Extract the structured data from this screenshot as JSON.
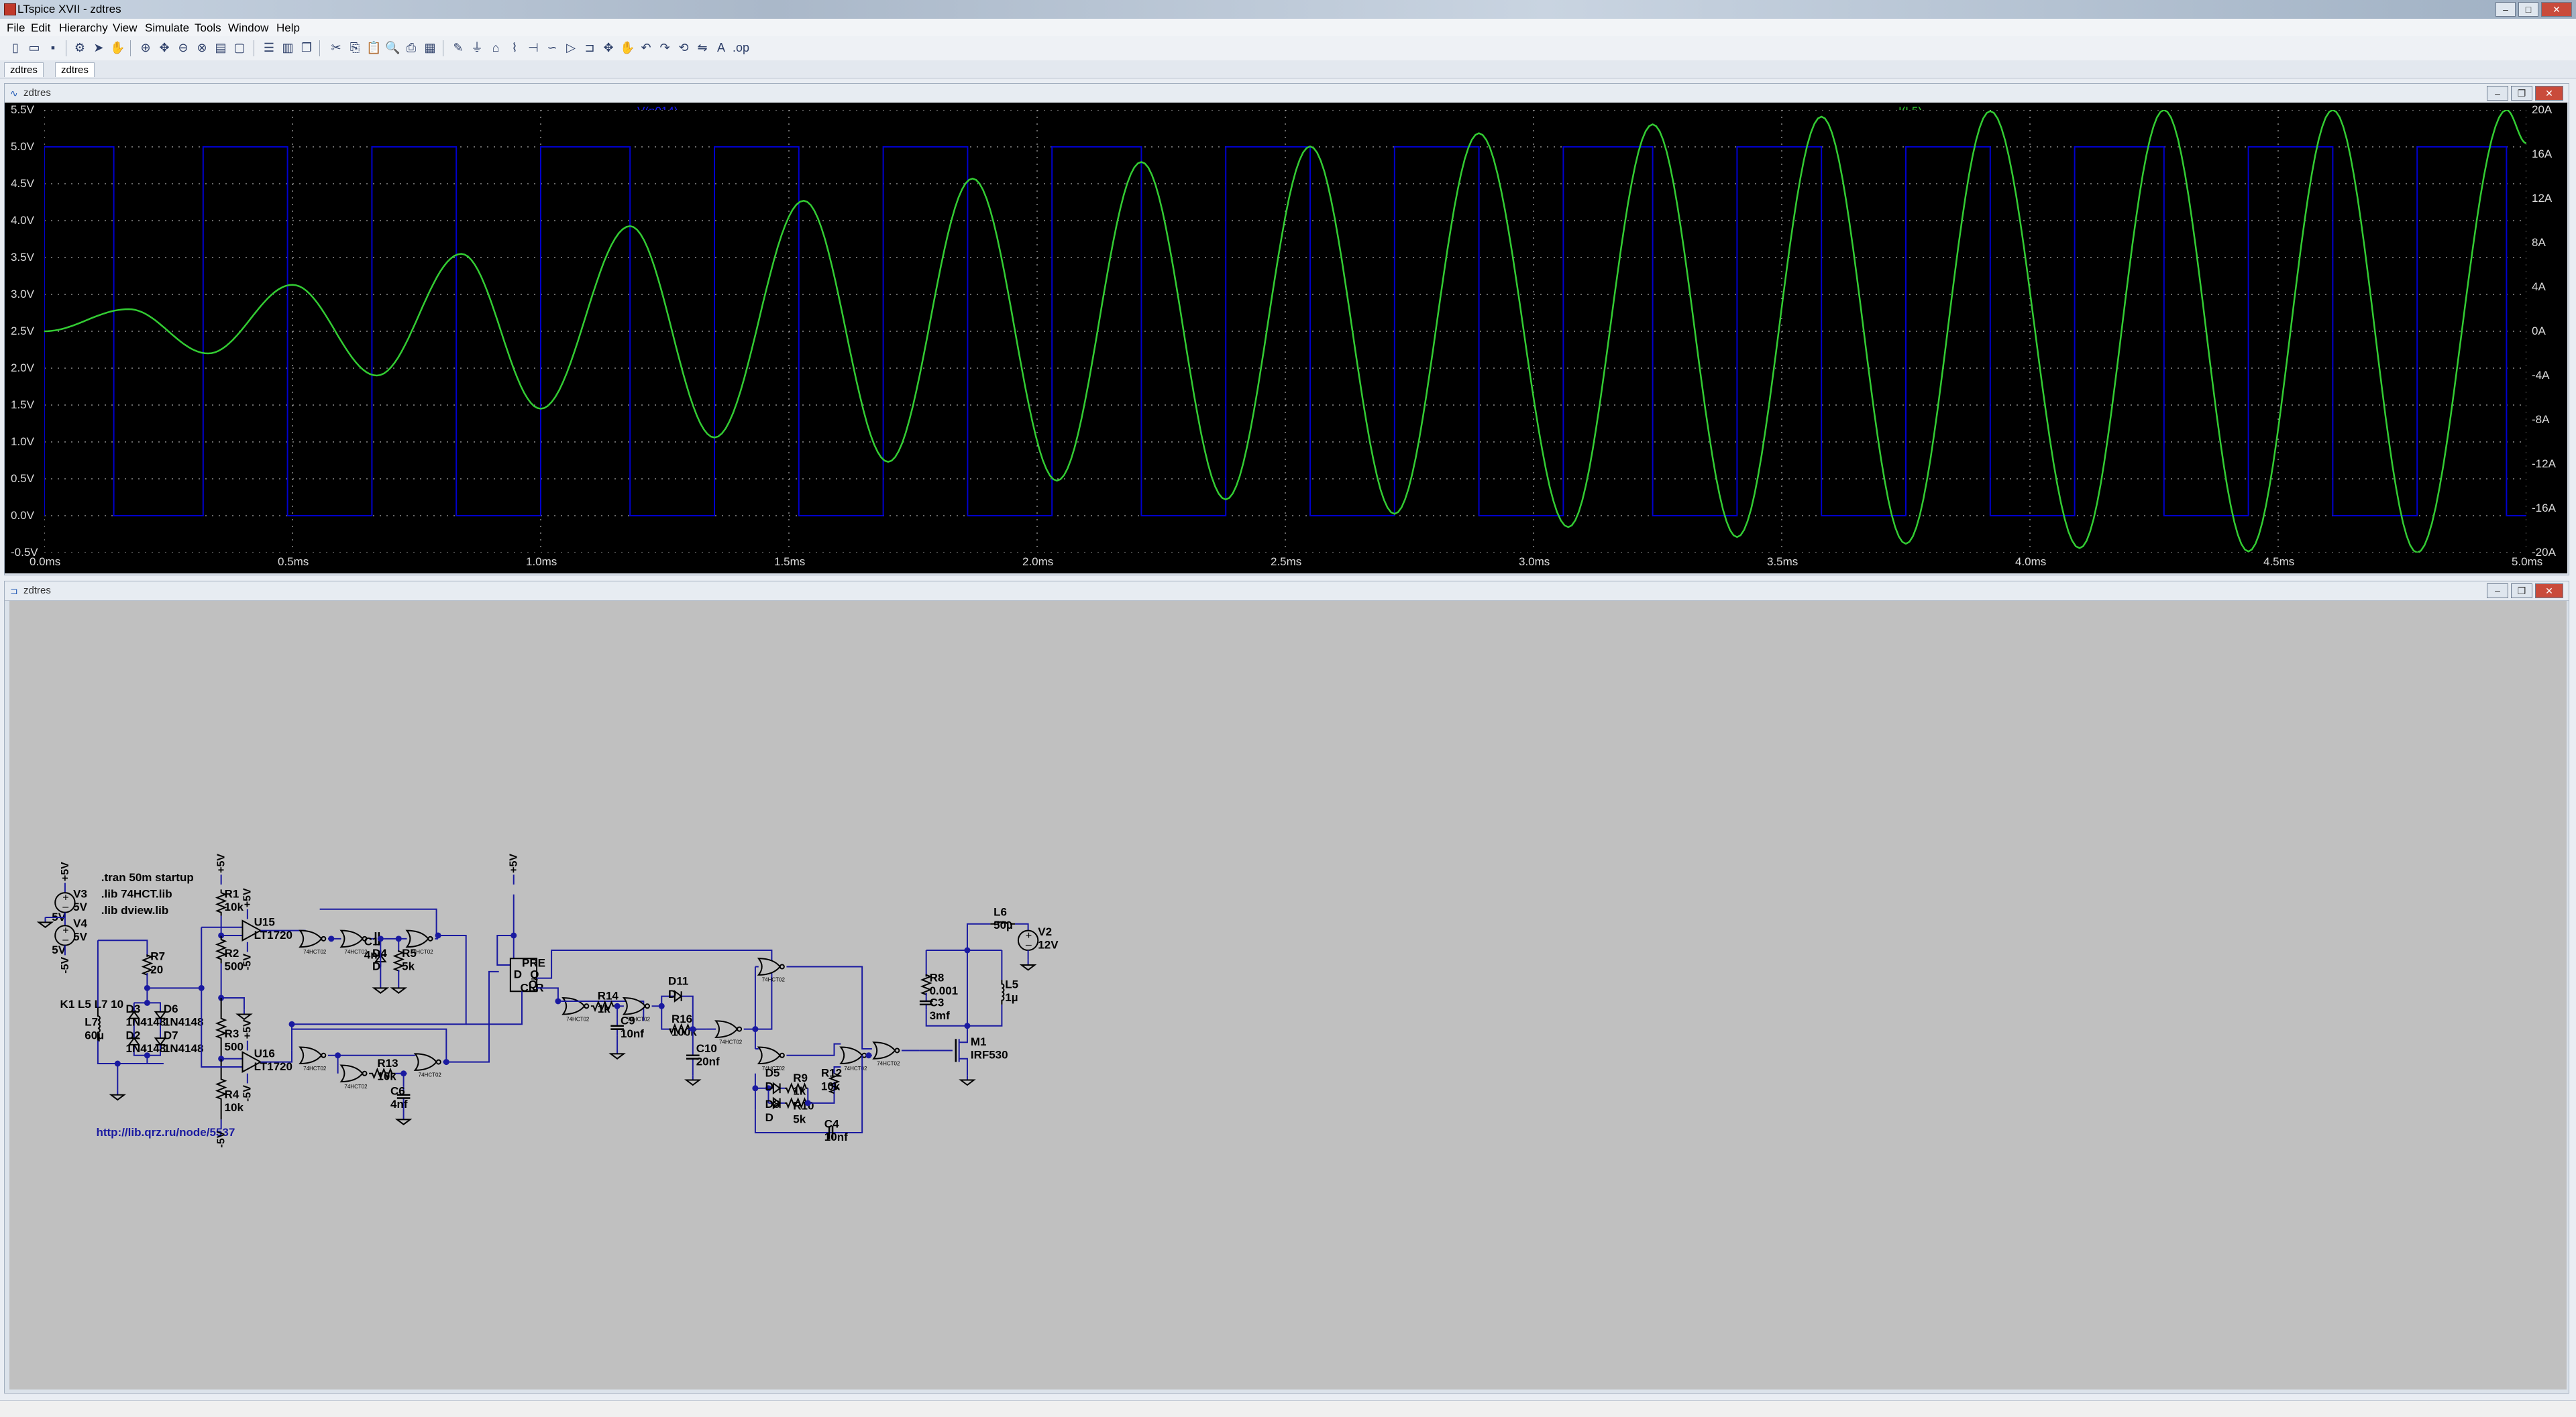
{
  "window": {
    "title": "LTspice XVII - zdtres"
  },
  "menu": {
    "items": [
      "File",
      "Edit",
      "Hierarchy",
      "View",
      "Simulate",
      "Tools",
      "Window",
      "Help"
    ]
  },
  "tabs": [
    {
      "label": "zdtres"
    },
    {
      "label": "zdtres"
    }
  ],
  "waveform_window": {
    "title": "zdtres",
    "trace_labels": {
      "left": "V(n014)",
      "right": "I(L5)"
    },
    "colors": {
      "square": "#0000cc",
      "sine": "#33cc33",
      "background": "#000000",
      "grid": "#d0d0d0"
    }
  },
  "schematic_window": {
    "title": "zdtres",
    "background": "#c0c0c0",
    "wire_color": "#1a1aa0",
    "directives": [
      ".tran 50m startup",
      ".lib 74HCT.lib",
      ".lib dview.lib",
      "K1 L5 L7 10"
    ],
    "link": "http://lib.qrz.ru/node/5537",
    "power_labels": {
      "pos": "+5V",
      "neg": "-5V"
    },
    "components": {
      "V3": {
        "ref": "V3",
        "value": "5V"
      },
      "V4": {
        "ref": "V4",
        "value": "5V"
      },
      "V2": {
        "ref": "V2",
        "value": "12V"
      },
      "R1": {
        "ref": "R1",
        "value": "10k"
      },
      "R2": {
        "ref": "R2",
        "value": "500"
      },
      "R3": {
        "ref": "R3",
        "value": "500"
      },
      "R4": {
        "ref": "R4",
        "value": "10k"
      },
      "R5": {
        "ref": "R5",
        "value": "5k"
      },
      "R7": {
        "ref": "R7",
        "value": "20"
      },
      "R8": {
        "ref": "R8",
        "value": "0.001"
      },
      "R9": {
        "ref": "R9",
        "value": "1k"
      },
      "R10": {
        "ref": "R10",
        "value": "5k"
      },
      "R12": {
        "ref": "R12",
        "value": "10k"
      },
      "R13": {
        "ref": "R13",
        "value": "10k"
      },
      "R14": {
        "ref": "R14",
        "value": "1k"
      },
      "R16": {
        "ref": "R16",
        "value": "100k"
      },
      "C1": {
        "ref": "C1",
        "value": "4nf"
      },
      "C3": {
        "ref": "C3",
        "value": "3mf"
      },
      "C4": {
        "ref": "C4",
        "value": "10nf"
      },
      "C6": {
        "ref": "C6",
        "value": "4nf"
      },
      "C9": {
        "ref": "C9",
        "value": "10nf"
      },
      "C10": {
        "ref": "C10",
        "value": "20nf"
      },
      "L5": {
        "ref": "L5",
        "value": "1µ"
      },
      "L6": {
        "ref": "L6",
        "value": "50µ"
      },
      "L7": {
        "ref": "L7",
        "value": "60µ"
      },
      "D2": {
        "ref": "D2",
        "value": "1N4148"
      },
      "D3": {
        "ref": "D3",
        "value": "1N4148"
      },
      "D6": {
        "ref": "D6",
        "value": "1N4148"
      },
      "D7": {
        "ref": "D7",
        "value": "1N4148"
      },
      "D4": {
        "ref": "D4",
        "value": "D"
      },
      "D5": {
        "ref": "D5",
        "value": "D"
      },
      "D8": {
        "ref": "D8",
        "value": "D"
      },
      "D11": {
        "ref": "D11",
        "value": "D"
      },
      "U15": {
        "ref": "U15",
        "value": "LT1720"
      },
      "U16": {
        "ref": "U16",
        "value": "LT1720"
      },
      "M1": {
        "ref": "M1",
        "value": "IRF530"
      },
      "FF": {
        "pre": "PRE",
        "clr": "CLR",
        "d": "D",
        "q": "Q",
        "qbar": "Q̄"
      },
      "gate_part": "74HCT02"
    }
  },
  "chart_data": {
    "type": "line",
    "title": "",
    "xlabel": "",
    "ylabel_left": "",
    "ylabel_right": "",
    "x_unit": "ms",
    "xlim": [
      0.0,
      5.0
    ],
    "ylim_left": [
      -0.5,
      5.5
    ],
    "ylim_right": [
      -20,
      20
    ],
    "x_ticks": [
      "0.0ms",
      "0.5ms",
      "1.0ms",
      "1.5ms",
      "2.0ms",
      "2.5ms",
      "3.0ms",
      "3.5ms",
      "4.0ms",
      "4.5ms",
      "5.0ms"
    ],
    "y_ticks_left": [
      "5.5V",
      "5.0V",
      "4.5V",
      "4.0V",
      "3.5V",
      "3.0V",
      "2.5V",
      "2.0V",
      "1.5V",
      "1.0V",
      "0.5V",
      "0.0V",
      "-0.5V"
    ],
    "y_ticks_right": [
      "20A",
      "16A",
      "12A",
      "8A",
      "4A",
      "0A",
      "-4A",
      "-8A",
      "-12A",
      "-16A",
      "-20A"
    ],
    "grid": true,
    "series": [
      {
        "name": "V(n014)",
        "axis": "left",
        "color": "#0000cc",
        "shape": "square",
        "low": 0.0,
        "high": 5.0,
        "rising_edges_ms": [
          0.0,
          0.32,
          0.66,
          1.0,
          1.35,
          1.69,
          2.03,
          2.38,
          2.72,
          3.06,
          3.41,
          3.75,
          4.09,
          4.44,
          4.78
        ],
        "falling_edges_ms": [
          0.14,
          0.49,
          0.83,
          1.18,
          1.52,
          1.86,
          2.21,
          2.55,
          2.89,
          3.24,
          3.58,
          3.92,
          4.27,
          4.61,
          4.96
        ]
      },
      {
        "name": "I(L5)",
        "axis": "right",
        "color": "#33cc33",
        "period_ms": 0.343,
        "x_ms": [
          0.0,
          0.17,
          0.33,
          0.5,
          0.67,
          0.84,
          1.0,
          1.18,
          1.35,
          1.53,
          1.7,
          1.87,
          2.04,
          2.21,
          2.38,
          2.55,
          2.72,
          2.89,
          3.07,
          3.24,
          3.41,
          3.58,
          3.75,
          3.92,
          4.1,
          4.27,
          4.44,
          4.61,
          4.78,
          4.96,
          5.0
        ],
        "y_A": [
          0.0,
          2.0,
          -2.0,
          4.2,
          -4.0,
          7.0,
          -7.0,
          9.5,
          -9.6,
          11.8,
          -11.8,
          13.8,
          -13.5,
          15.3,
          -15.2,
          16.7,
          -16.5,
          17.9,
          -17.7,
          18.7,
          -18.6,
          19.4,
          -19.2,
          19.9,
          -19.6,
          20.0,
          -19.9,
          20.0,
          -20.0,
          20.0,
          17.0
        ]
      }
    ]
  }
}
